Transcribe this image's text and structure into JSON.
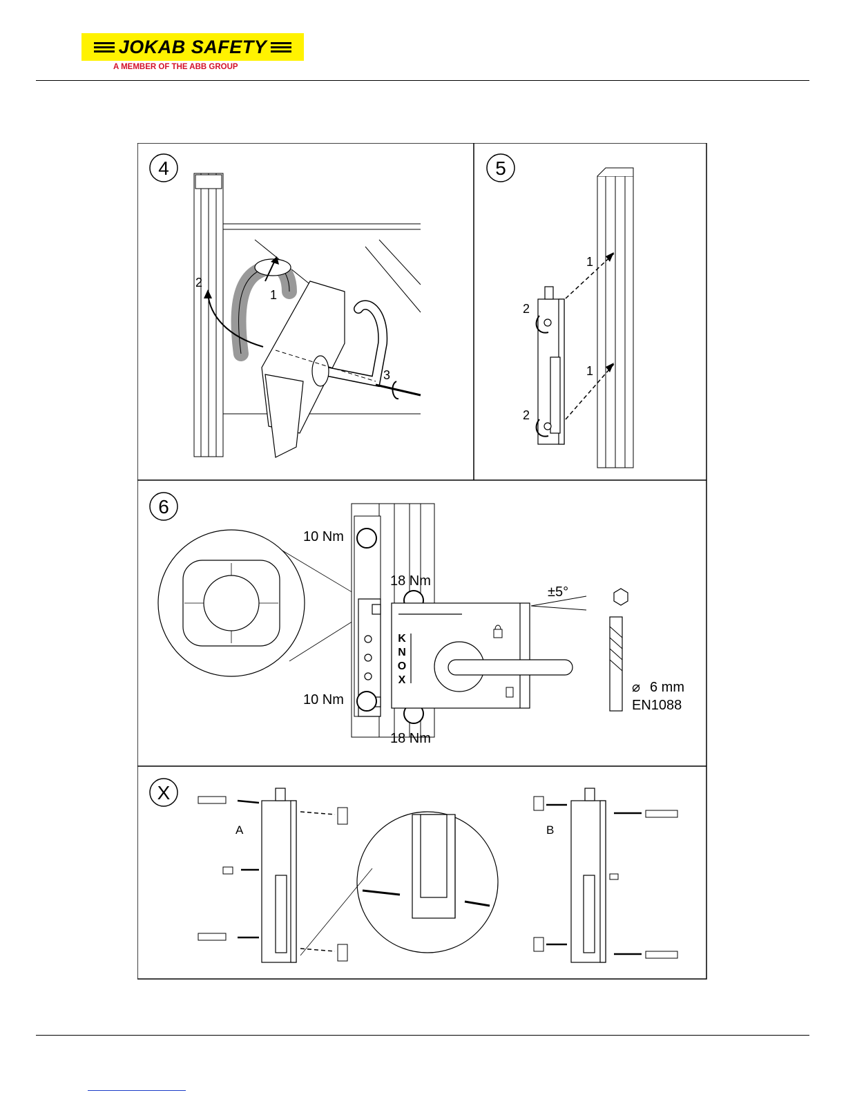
{
  "header": {
    "brand": "JOKAB SAFETY",
    "tagline": "A MEMBER OF THE ABB GROUP",
    "brand_color": "#fff200",
    "tagline_color": "#d3102a"
  },
  "steps": {
    "s4": {
      "num": "4",
      "labels": [
        "1",
        "2",
        "3"
      ]
    },
    "s5": {
      "num": "5",
      "labels": [
        "1",
        "2",
        "1",
        "2"
      ]
    },
    "s6": {
      "num": "6",
      "torque_a": "10 Nm",
      "torque_b": "18 Nm",
      "torque_c": "10 Nm",
      "torque_d": "18 Nm",
      "angle": "±5°",
      "drill": "6 mm",
      "standard": "EN1088",
      "letters": [
        "K",
        "N",
        "O",
        "X"
      ]
    },
    "sx": {
      "num": "X",
      "label_a": "A",
      "label_b": "B"
    }
  }
}
